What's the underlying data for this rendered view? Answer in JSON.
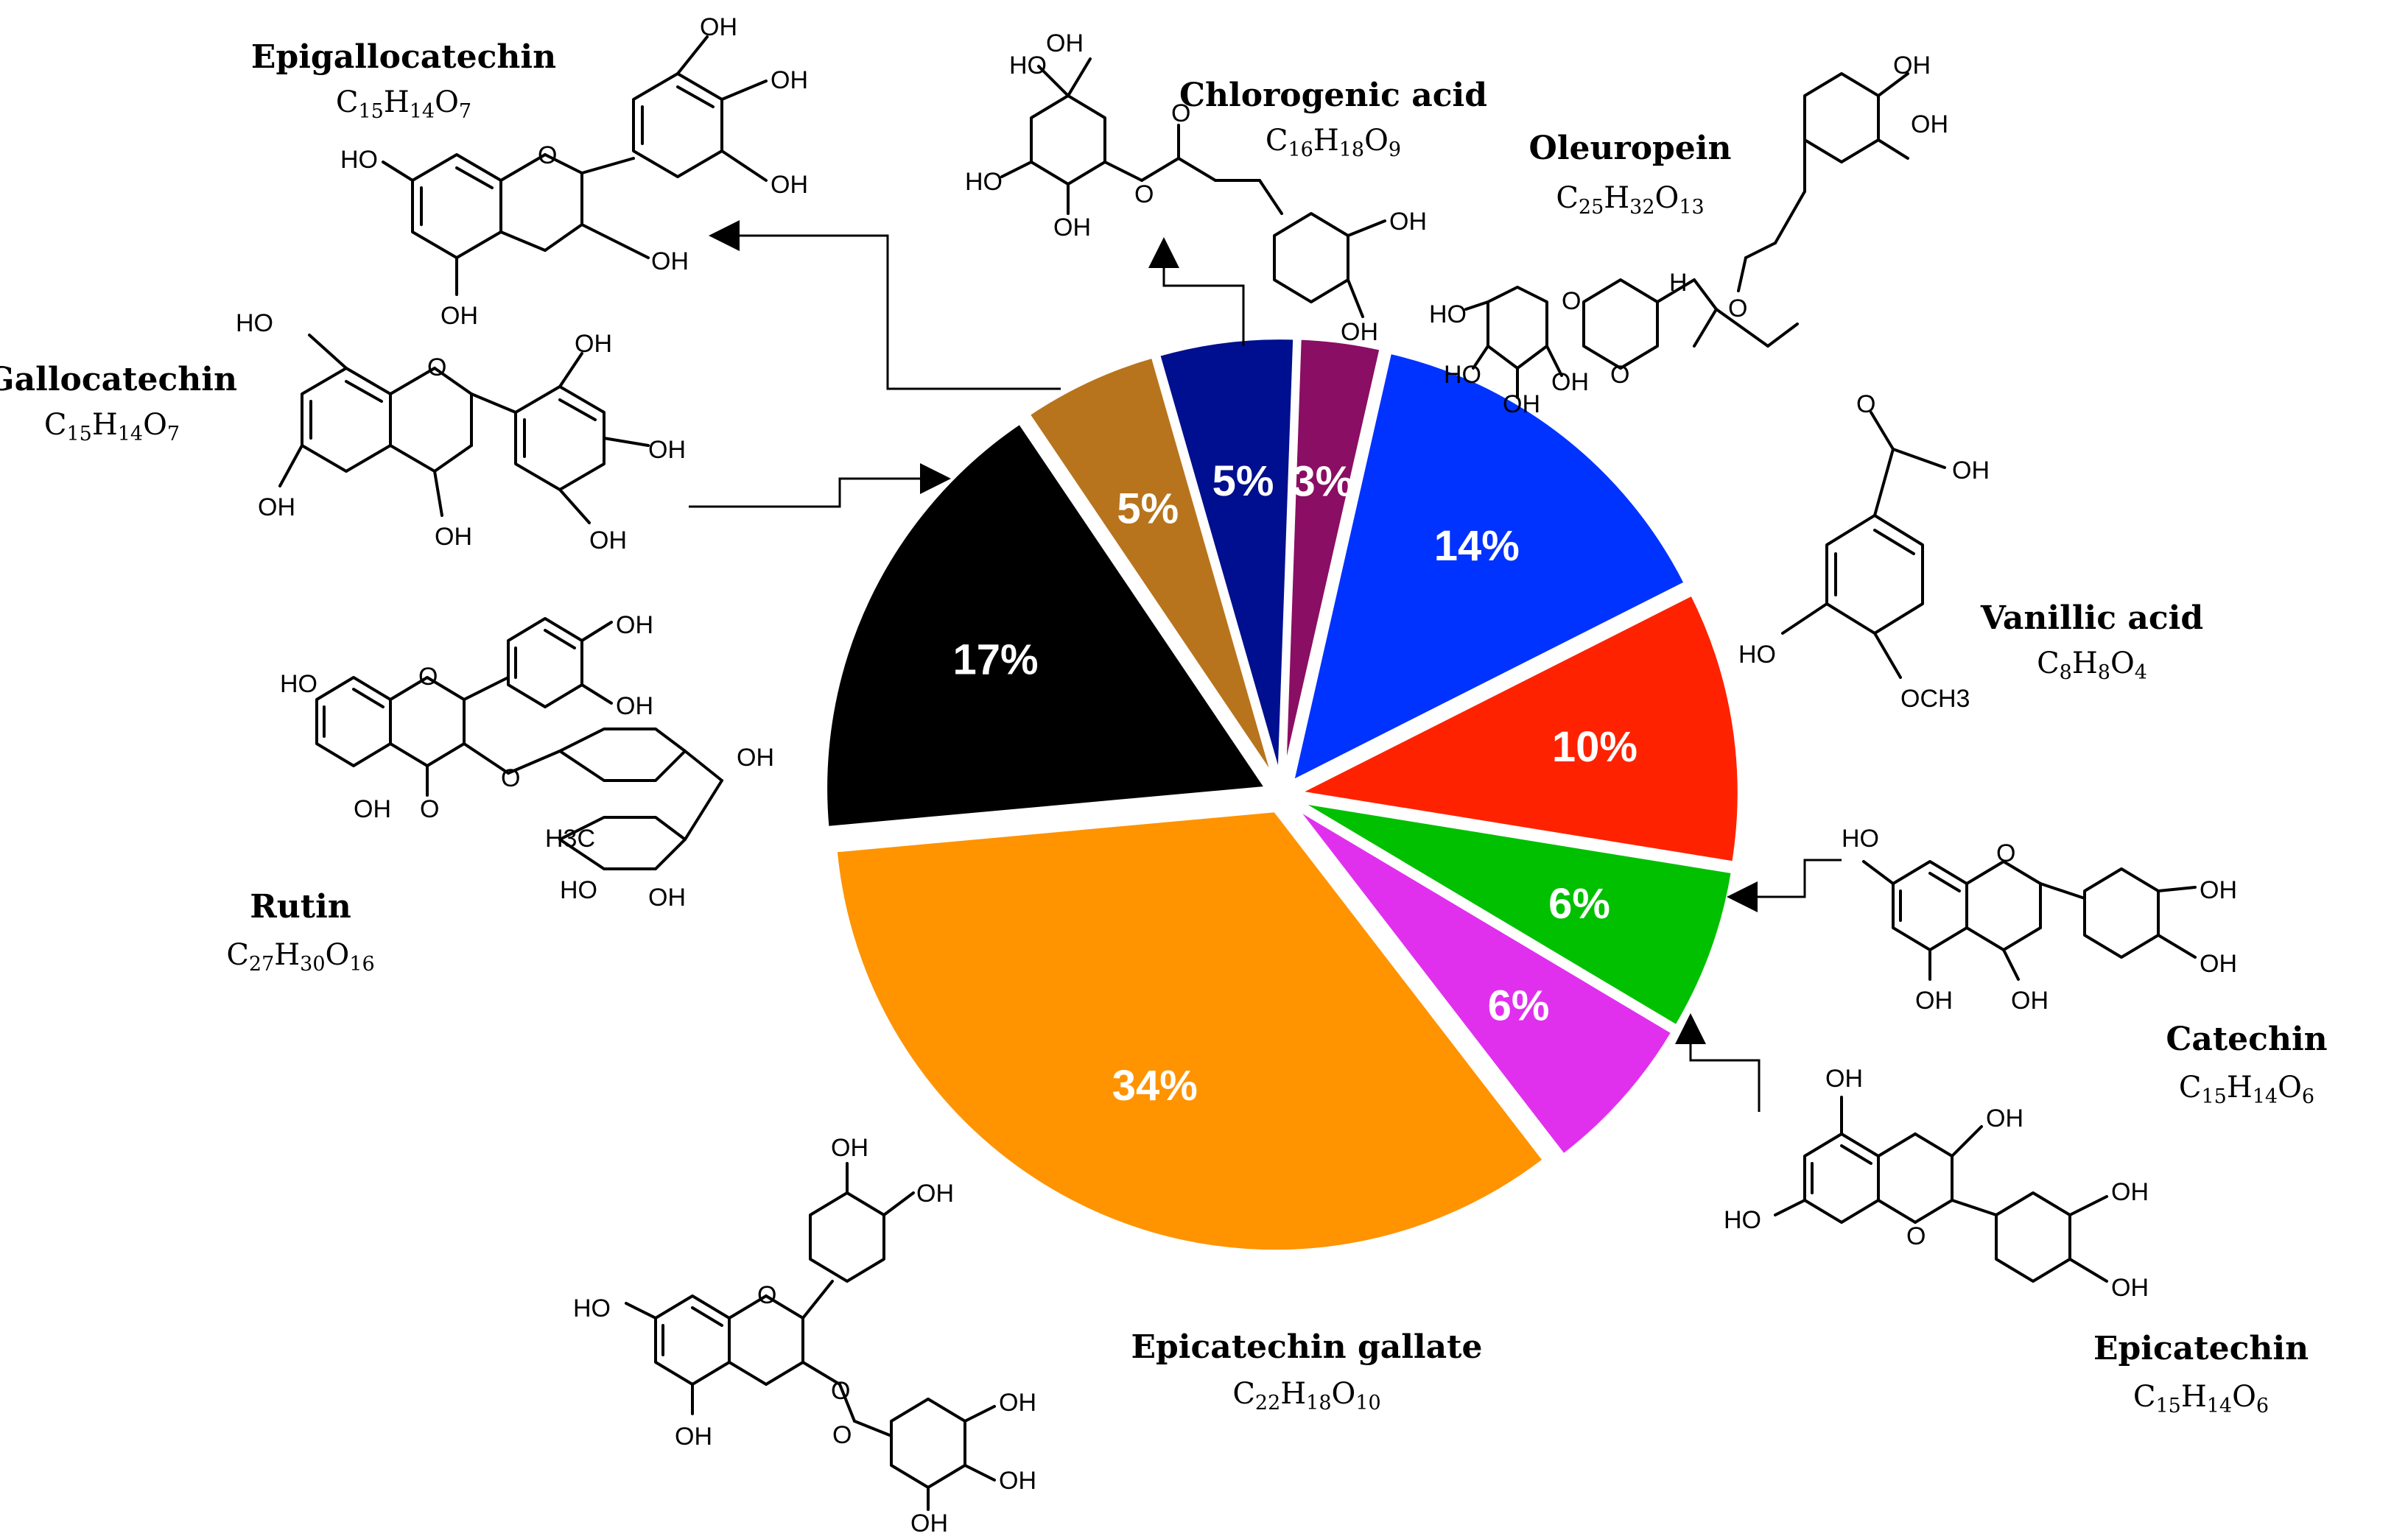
{
  "chart_data": {
    "type": "pie",
    "slices": [
      {
        "label": "Chlorogenic acid",
        "percent_label": "3%",
        "value": 3,
        "color": "#8a0e63"
      },
      {
        "label": "Oleuropein",
        "percent_label": "14%",
        "value": 14,
        "color": "#0033ff"
      },
      {
        "label": "Vanillic acid",
        "percent_label": "10%",
        "value": 10,
        "color": "#ff2200"
      },
      {
        "label": "Catechin",
        "percent_label": "6%",
        "value": 6,
        "color": "#00c000"
      },
      {
        "label": "Epicatechin",
        "percent_label": "6%",
        "value": 6,
        "color": "#e030ee"
      },
      {
        "label": "Epicatechin gallate",
        "percent_label": "34%",
        "value": 34,
        "color": "#ff9300"
      },
      {
        "label": "Rutin",
        "percent_label": "17%",
        "value": 17,
        "color": "#000000"
      },
      {
        "label": "Gallocatechin",
        "percent_label": "5%",
        "value": 5,
        "color": "#b8741c"
      },
      {
        "label": "Epigallocatechin",
        "percent_label": "5%",
        "value": 5,
        "color": "#000f8f"
      }
    ]
  },
  "compounds": {
    "epigallocatechin": {
      "name": "Epigallocatechin",
      "f": [
        "C",
        "15",
        "H",
        "14",
        "O",
        "7"
      ]
    },
    "chlorogenic": {
      "name": "Chlorogenic acid",
      "f": [
        "C",
        "16",
        "H",
        "18",
        "O",
        "9"
      ]
    },
    "oleuropein": {
      "name": "Oleuropein",
      "f": [
        "C",
        "25",
        "H",
        "32",
        "O",
        "13"
      ]
    },
    "gallocatechin": {
      "name": "Gallocatechin",
      "f": [
        "C",
        "15",
        "H",
        "14",
        "O",
        "7"
      ]
    },
    "vanillic": {
      "name": "Vanillic acid",
      "f": [
        "C",
        "8",
        "H",
        "8",
        "O",
        "4"
      ]
    },
    "rutin": {
      "name": "Rutin",
      "f": [
        "C",
        "27",
        "H",
        "30",
        "O",
        "16"
      ]
    },
    "catechin": {
      "name": "Catechin",
      "f": [
        "C",
        "15",
        "H",
        "14",
        "O",
        "6"
      ]
    },
    "epicatechin": {
      "name": "Epicatechin",
      "f": [
        "C",
        "15",
        "H",
        "14",
        "O",
        "6"
      ]
    },
    "ecg": {
      "name": "Epicatechin gallate",
      "f": [
        "C",
        "22",
        "H",
        "18",
        "O",
        "10"
      ]
    }
  },
  "atom_labels": {
    "oh": "OH",
    "ho": "HO",
    "o": "O",
    "h": "H",
    "och3": "OCH3",
    "h3c": "H3C"
  }
}
